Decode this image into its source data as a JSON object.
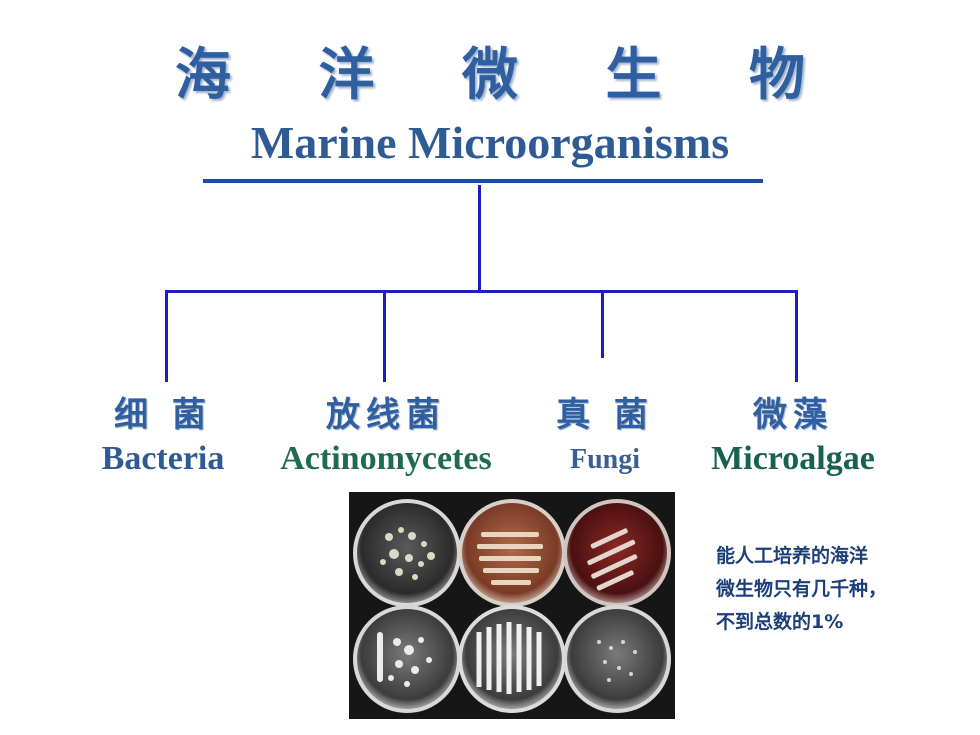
{
  "title": {
    "chinese": "海 洋 微 生 物",
    "english": "Marine Microorganisms"
  },
  "categories": [
    {
      "chinese": "细 菌",
      "english": "Bacteria"
    },
    {
      "chinese": "放线菌",
      "english": "Actinomycetes"
    },
    {
      "chinese": "真 菌",
      "english": "Fungi"
    },
    {
      "chinese": "微藻",
      "english": "Microalgae"
    }
  ],
  "note": {
    "lines": [
      "能人工培养的海洋",
      "微生物只有几千种，",
      "不到总数的1%"
    ]
  },
  "colors": {
    "title": "#2f5fa0",
    "connector": "#1e1ec0",
    "bacteria_en": "#2f5b94",
    "actinomycetes_en": "#1f6a52",
    "fungi_en": "#3a5f96",
    "microalgae_en": "#17614f",
    "note": "#1c3f7a"
  },
  "photo": {
    "description_icon": "petri-dishes-photo"
  }
}
